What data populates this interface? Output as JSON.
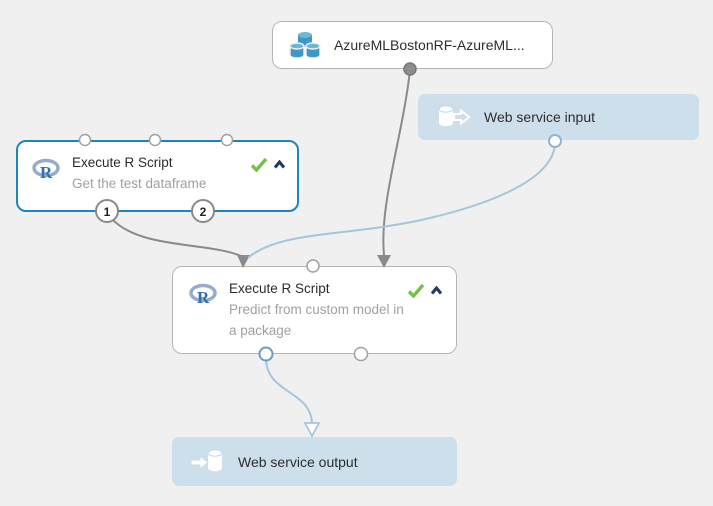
{
  "colors": {
    "canvas_bg": "#f0f0f1",
    "node_bg": "#ffffff",
    "node_border": "#b5b5b5",
    "selected_node_border": "#1b85c4",
    "web_service_node_bg": "#cddfeb",
    "edge_gray": "#8a8a8a",
    "edge_blue": "#a3c6dc",
    "check_green": "#77c043",
    "chevron_dark": "#1d3b5e",
    "dataset_icon_blue": "#3e98c3",
    "r_logo_blue": "#2b6fb4",
    "title_text": "#2b2b2b",
    "subtitle_text": "#9fa0a2"
  },
  "icons": {
    "r_letter": "R",
    "dataset": "database-cylinders-icon",
    "web_service_input": "cylinder-arrow-out-icon",
    "web_service_output": "arrow-into-cylinder-icon",
    "status_ok": "checkmark-icon",
    "collapse": "chevron-up-icon"
  },
  "nodes": {
    "dataset": {
      "label": "AzureMLBostonRF-AzureML..."
    },
    "web_service_input": {
      "label": "Web service input"
    },
    "execute_r_script_1": {
      "title": "Execute R Script",
      "subtitle": "Get the test dataframe",
      "status": "completed",
      "selected": true,
      "output_ports": {
        "port1": "1",
        "port2": "2"
      }
    },
    "execute_r_script_2": {
      "title": "Execute R Script",
      "subtitle_line1": "Predict from custom model in",
      "subtitle_line2": "a package",
      "status": "completed"
    },
    "web_service_output": {
      "label": "Web service output"
    }
  }
}
